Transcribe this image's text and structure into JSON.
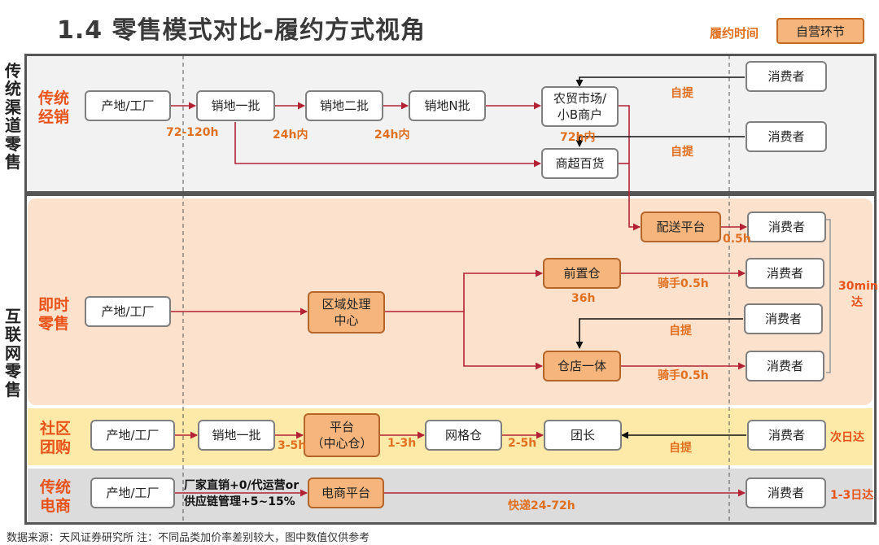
{
  "title": "1.4 零售模式对比-履约方式视角",
  "legend": {
    "time_label": "履约时间",
    "self_label": "自营环节"
  },
  "groups": {
    "traditional": "传统渠道零售",
    "internet": "互联网零售"
  },
  "sections": {
    "traditional": "传统经销",
    "instant": "即时零售",
    "community": "社区团购",
    "ecommerce": "传统电商"
  },
  "nodes": {
    "trad_origin": "产地/工厂",
    "trad_first": "销地一批",
    "trad_second": "销地二批",
    "trad_nth": "销地N批",
    "trad_market_1": "农贸市场/",
    "trad_market_2": "小B商户",
    "trad_supermarket": "商超百货",
    "trad_consumer_1": "消费者",
    "trad_consumer_2": "消费者",
    "delivery_platform": "配送平台",
    "delivery_consumer": "消费者",
    "instant_origin": "产地/工厂",
    "instant_center_1": "区域处理",
    "instant_center_2": "中心",
    "instant_front_wh": "前置仓",
    "instant_store_wh": "仓店一体",
    "instant_consumer_1": "消费者",
    "instant_consumer_2": "消费者",
    "instant_consumer_3": "消费者",
    "comm_origin": "产地/工厂",
    "comm_first": "销地一批",
    "comm_platform_1": "平台",
    "comm_platform_2": "（中心仓）",
    "comm_grid_wh": "网格仓",
    "comm_leader": "团长",
    "comm_consumer": "消费者",
    "ec_origin": "产地/工厂",
    "ec_platform": "电商平台",
    "ec_consumer": "消费者"
  },
  "labels": {
    "t_72_120": "72-120h",
    "t_24_a": "24h内",
    "t_24_b": "24h内",
    "t_72": "72h内",
    "pickup_1": "自提",
    "pickup_2": "自提",
    "t_0_5": "0.5h",
    "t_36": "36h",
    "rider_1": "骑手0.5h",
    "pickup_3": "自提",
    "rider_2": "骑手0.5h",
    "arrive_30_1": "30min",
    "arrive_30_2": "达",
    "t_3_5": "3-5h",
    "t_1_3": "1-3h",
    "t_2_5": "2-5h",
    "pickup_4": "自提",
    "next_day": "次日达",
    "direct_1": "厂家直销+0/代运营or",
    "direct_2": "供应链管理+5~15%",
    "express": "快递24-72h",
    "days_1_3": "1-3日达"
  },
  "colors": {
    "accent": "#e8531a",
    "arrow": "#b22234",
    "self_fill": "#f6b57c",
    "instant_bg": "#fce1cc",
    "community_bg": "#fde9a8",
    "ecommerce_bg": "#dcdcdc",
    "traditional_bg": "#f2f2f2"
  },
  "footer": "数据来源：天风证券研究所   注：不同品类加价率差别较大，图中数值仅供参考"
}
